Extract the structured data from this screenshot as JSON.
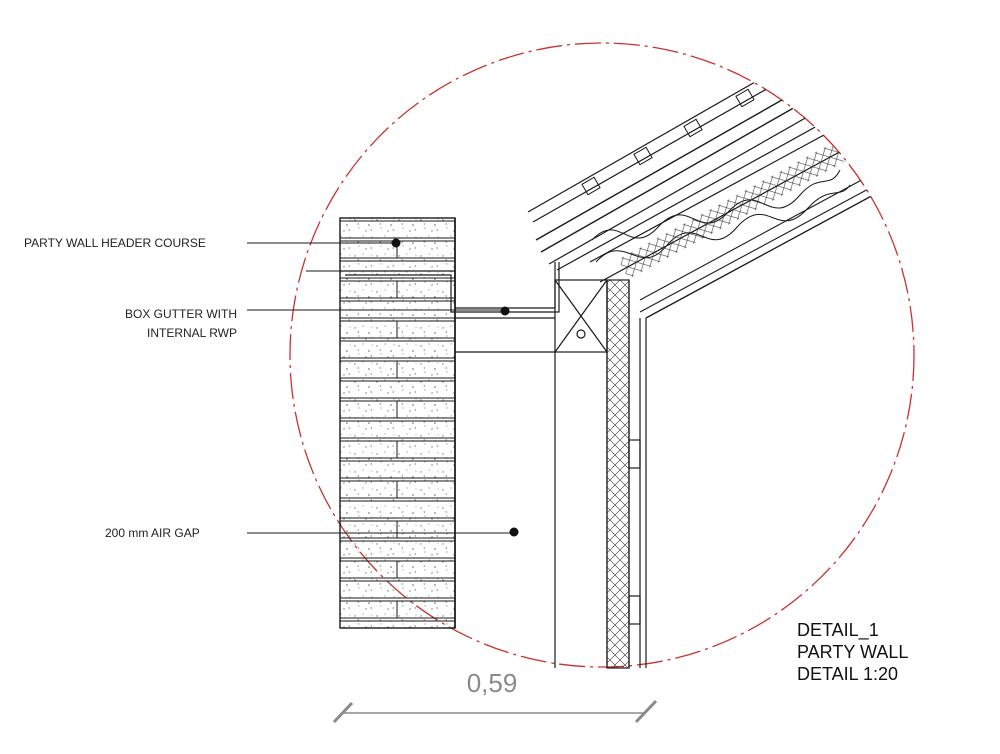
{
  "labels": {
    "header_course": "PARTY WALL HEADER COURSE",
    "gutter_line1": "BOX GUTTER WITH",
    "gutter_line2": "INTERNAL RWP",
    "air_gap": "200 mm AIR GAP"
  },
  "title_block": {
    "line1": "DETAIL_1",
    "line2": "PARTY WALL",
    "line3": "DETAIL 1:20"
  },
  "dimension": {
    "value": "0,59"
  },
  "colors": {
    "detail_circle": "#c83232",
    "linework": "#1a1a1a",
    "dimension": "#8a8a8a"
  }
}
